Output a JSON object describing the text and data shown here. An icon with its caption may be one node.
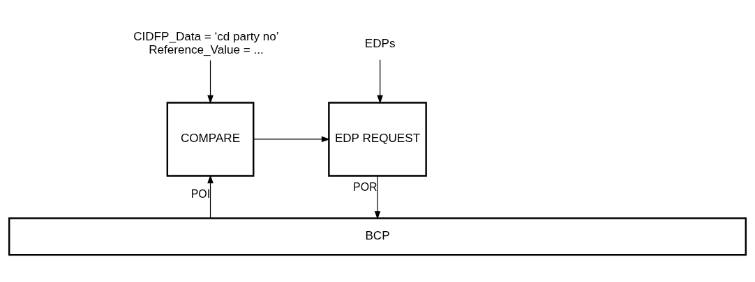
{
  "diagram": {
    "nodes": [
      {
        "text": [
          "CIDFP_Data = ‘cd party no’",
          "Reference_Value = ..."
        ]
      },
      {
        "text": [
          "COMPARE"
        ]
      },
      {
        "text": [
          "EDPs"
        ]
      },
      {
        "text": [
          "EDP REQUEST"
        ]
      },
      {
        "text": [
          "BCP"
        ]
      }
    ],
    "edges": [
      {
        "from": 0,
        "to": 1,
        "arrow": "to"
      },
      {
        "from": 1,
        "to": 3,
        "arrow": "to"
      },
      {
        "from": 2,
        "to": 3,
        "arrow": "to"
      },
      {
        "from": 3,
        "to": 4,
        "label": "POR",
        "arrow": "to"
      },
      {
        "from": 4,
        "to": 1,
        "label": "POI",
        "arrow": "to"
      }
    ]
  }
}
